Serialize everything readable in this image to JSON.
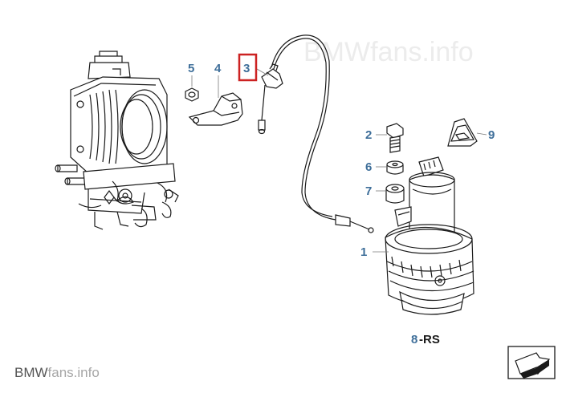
{
  "watermark": {
    "brand": "BMW",
    "domain": "fans.info"
  },
  "footer": {
    "brand": "BMW",
    "domain": "fans.info"
  },
  "highlight_color": "#cc2222",
  "label_color": "#3f6f9a",
  "parts": {
    "p1": "1",
    "p2": "2",
    "p3": "3",
    "p4": "4",
    "p5": "5",
    "p6": "6",
    "p7": "7",
    "p8_num": "8",
    "p8_suffix": "-RS",
    "p9": "9"
  },
  "selected_part": "3",
  "icons": {
    "nav": "next-page-arrow-icon",
    "warning": "warning-triangle-icon"
  }
}
